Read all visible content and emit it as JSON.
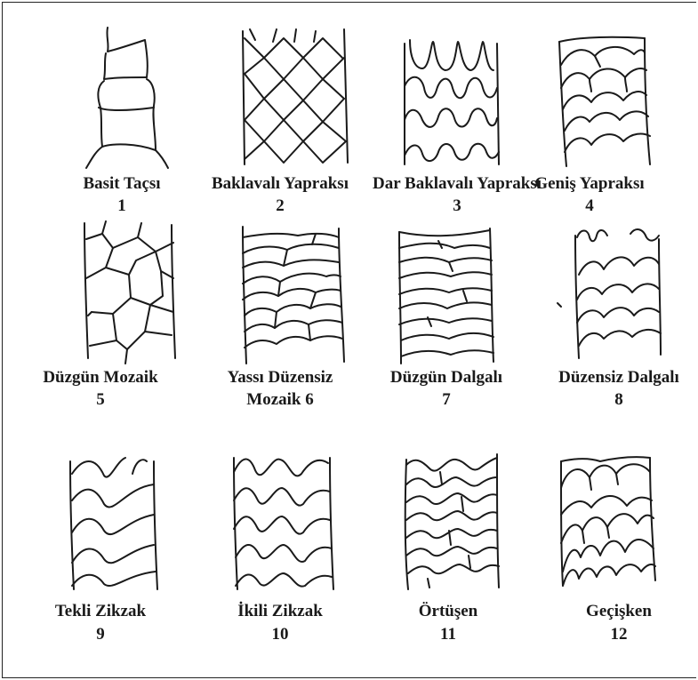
{
  "patterns": [
    {
      "name": "Basit Taçsı",
      "number": "1"
    },
    {
      "name": "Baklavalı Yapraksı",
      "number": "2"
    },
    {
      "name": "Dar Baklavalı Yapraksı",
      "number": "3"
    },
    {
      "name": "Geniş Yapraksı",
      "number": "4"
    },
    {
      "name": "Düzgün Mozaik",
      "number": "5"
    },
    {
      "name": "Yassı Düzensiz",
      "number": "Mozaik 6"
    },
    {
      "name": "Düzgün Dalgalı",
      "number": "7"
    },
    {
      "name": "Düzensiz Dalgalı",
      "number": "8"
    },
    {
      "name": "Tekli Zikzak",
      "number": "9"
    },
    {
      "name": "İkili Zikzak",
      "number": "10"
    },
    {
      "name": "Örtüşen",
      "number": "11"
    },
    {
      "name": "Geçişken",
      "number": "12"
    }
  ]
}
